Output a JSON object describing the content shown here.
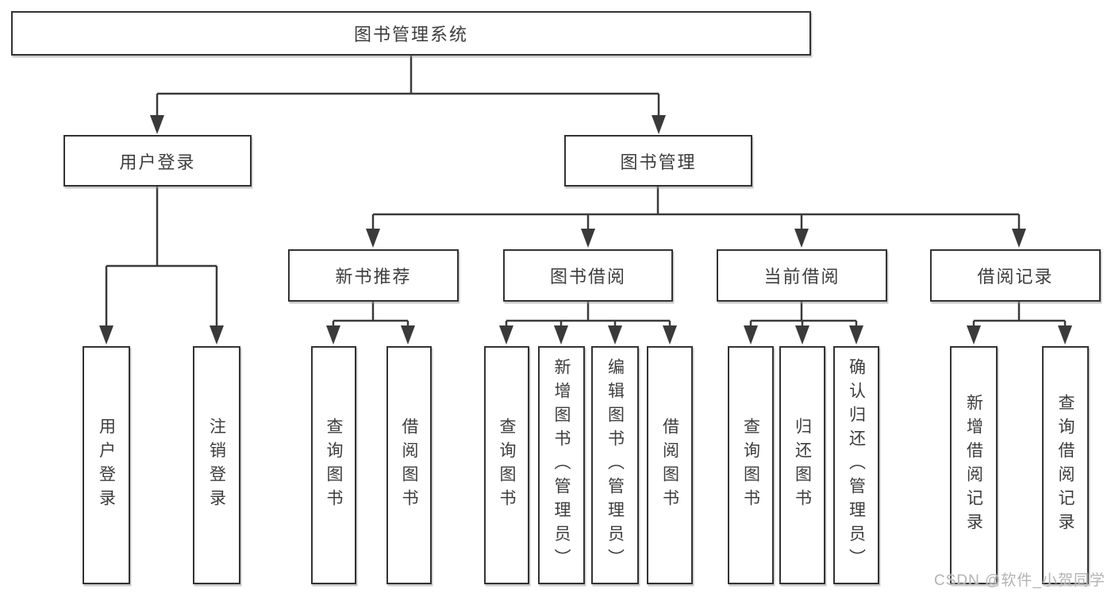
{
  "colors": {
    "line": "#3a3a3a",
    "border": "#333333",
    "text": "#3d3d3d",
    "background": "#ffffff",
    "watermark": "#b3b3b3"
  },
  "watermark": {
    "text": "CSDN @软件_小贺同学"
  },
  "tree": {
    "root": {
      "label": "图书管理系统",
      "children": [
        {
          "label": "用户登录",
          "children": [
            {
              "label": "用户登录"
            },
            {
              "label": "注销登录"
            }
          ]
        },
        {
          "label": "图书管理",
          "children": [
            {
              "label": "新书推荐",
              "children": [
                {
                  "label": "查询图书"
                },
                {
                  "label": "借阅图书"
                }
              ]
            },
            {
              "label": "图书借阅",
              "children": [
                {
                  "label": "查询图书"
                },
                {
                  "label": "新增图书（管理员）"
                },
                {
                  "label": "编辑图书（管理员）"
                },
                {
                  "label": "借阅图书"
                }
              ]
            },
            {
              "label": "当前借阅",
              "children": [
                {
                  "label": "查询图书"
                },
                {
                  "label": "归还图书"
                },
                {
                  "label": "确认归还（管理员）"
                }
              ]
            },
            {
              "label": "借阅记录",
              "children": [
                {
                  "label": "新增借阅记录"
                },
                {
                  "label": "查询借阅记录"
                }
              ]
            }
          ]
        }
      ]
    }
  }
}
